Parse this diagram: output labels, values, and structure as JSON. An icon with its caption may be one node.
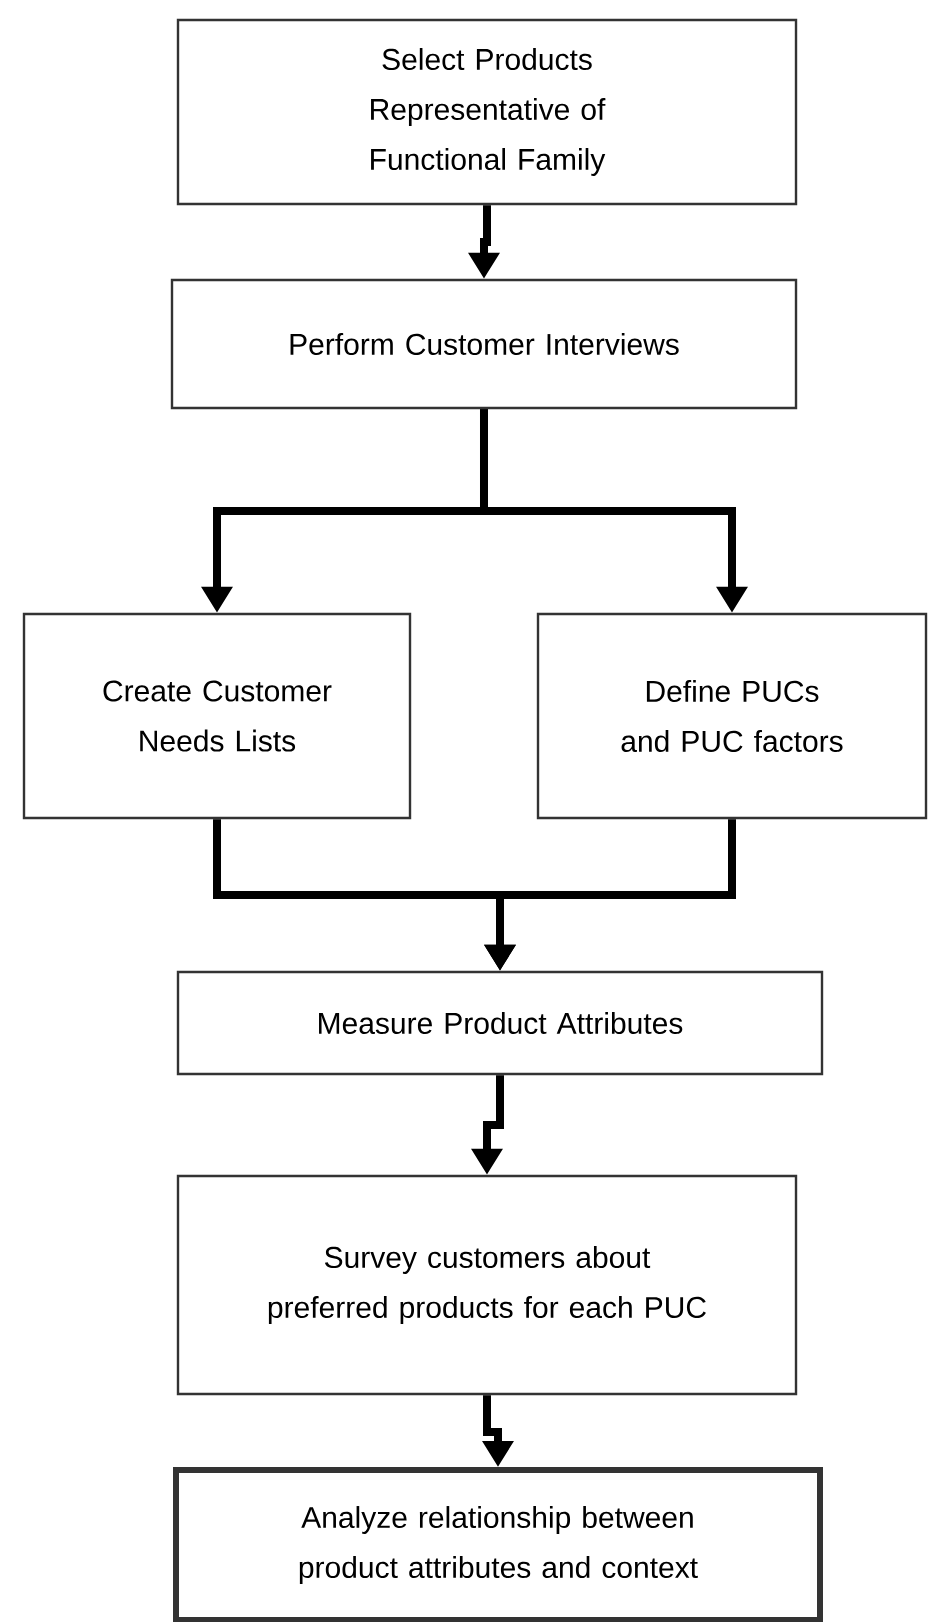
{
  "diagram": {
    "nodes": [
      {
        "text": [
          "Select Products Representative of Functional Family"
        ]
      },
      {
        "text": [
          "Perform Customer Interviews"
        ]
      },
      {
        "text": [
          "Create Customer Needs Lists"
        ]
      },
      {
        "text": [
          "Define PUCs and PUC factors"
        ]
      },
      {
        "text": [
          "Measure Product Attributes"
        ]
      },
      {
        "text": [
          "Survey customers about preferred products for each PUC"
        ]
      },
      {
        "text": [
          "Analyze relationship between product attributes and context"
        ]
      }
    ],
    "edges": [
      {
        "from": 0,
        "to": 1,
        "arrow": "to"
      },
      {
        "from": 1,
        "to": 2,
        "arrow": "to"
      },
      {
        "from": 1,
        "to": 3,
        "arrow": "to"
      },
      {
        "from": 2,
        "to": 4,
        "arrow": "to"
      },
      {
        "from": 3,
        "to": 4,
        "arrow": "to"
      },
      {
        "from": 4,
        "to": 5,
        "arrow": "to"
      },
      {
        "from": 5,
        "to": 6,
        "arrow": "to"
      }
    ]
  }
}
